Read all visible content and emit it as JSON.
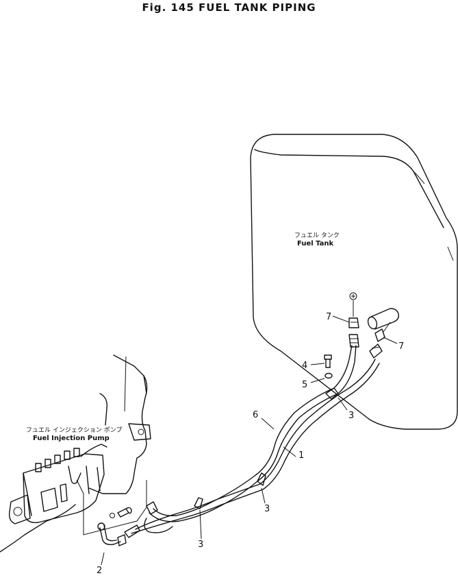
{
  "figure": {
    "title": "Fig. 145   FUEL TANK PIPING"
  },
  "tank": {
    "label_jp": "フュエル タンク",
    "label_en": "Fuel Tank"
  },
  "pump": {
    "label_jp": "フュエル インジェクション ポンプ",
    "label_en": "Fuel Injection Pump"
  },
  "callouts": [
    {
      "id": "1",
      "text": "1"
    },
    {
      "id": "2",
      "text": "2"
    },
    {
      "id": "3a",
      "text": "3"
    },
    {
      "id": "3b",
      "text": "3"
    },
    {
      "id": "3c",
      "text": "3"
    },
    {
      "id": "4",
      "text": "4"
    },
    {
      "id": "5",
      "text": "5"
    },
    {
      "id": "6",
      "text": "6"
    },
    {
      "id": "7a",
      "text": "7"
    },
    {
      "id": "7b",
      "text": "7"
    }
  ]
}
